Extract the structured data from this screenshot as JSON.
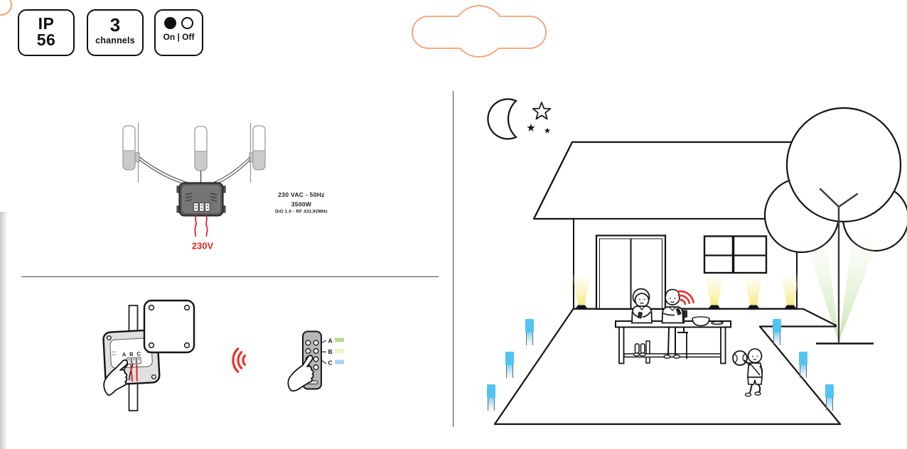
{
  "badges": {
    "ip": {
      "line1": "IP",
      "line2": "56"
    },
    "channels": {
      "value": "3",
      "label": "channels"
    },
    "onoff": {
      "label": "On | Off"
    }
  },
  "wiring": {
    "mains_label": "230V",
    "spec_line1": "230 VAC - 50Hz",
    "spec_line2": "3500W",
    "spec_line3": "DiO 1.0 - RF 433,92MHz"
  },
  "pairing": {
    "terminals_label": "A B C",
    "channels": [
      {
        "label": "A",
        "color": "#b9da8c"
      },
      {
        "label": "B",
        "color": "#f5f2c2"
      },
      {
        "label": "C",
        "color": "#a9d3f0"
      }
    ]
  },
  "icons": {
    "on": "filled-circle",
    "off": "outlined-circle",
    "moon": "crescent-moon",
    "stars": "night-stars",
    "rf_waves": "radio-waves"
  },
  "colors": {
    "accent_orange": "#f2a078",
    "signal_red": "#e8322a",
    "wire_red": "#e02526",
    "glow_yellow": "#f5e878",
    "glow_green": "#b9dc9a",
    "bollard_blue": "#52c4f0"
  }
}
